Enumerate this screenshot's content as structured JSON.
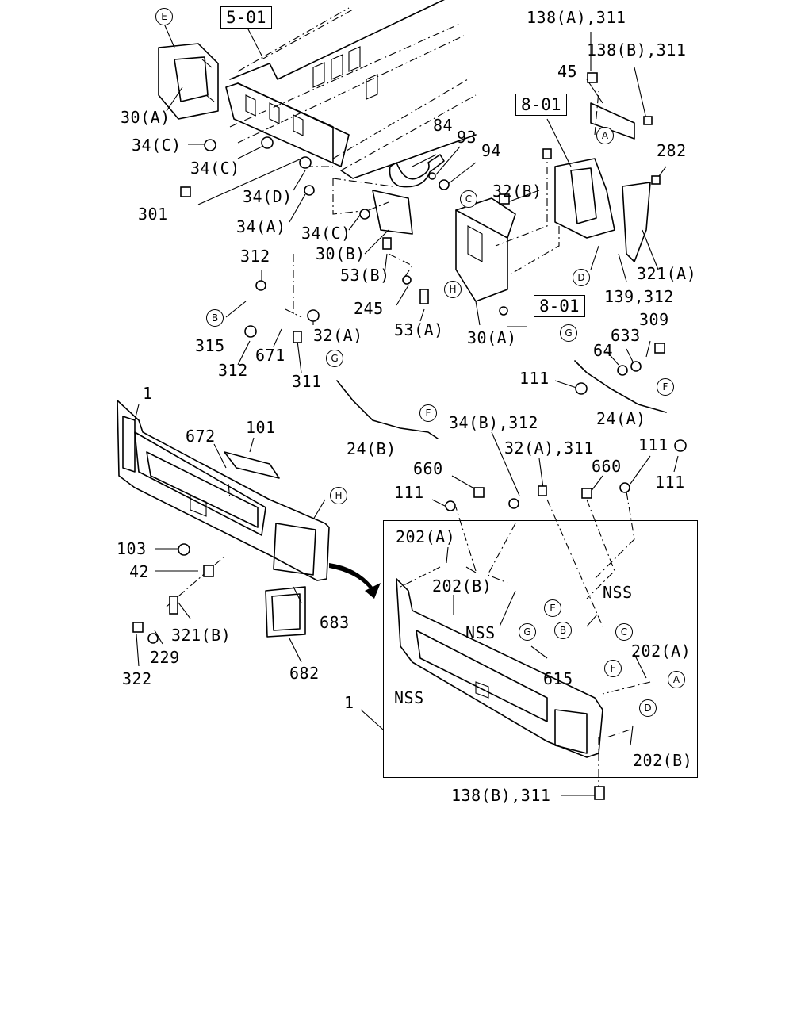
{
  "refs": {
    "ref_5_01": "5-01",
    "ref_8_01_top": "8-01",
    "ref_8_01_bottom": "8-01"
  },
  "markers": {
    "E_top": "E",
    "A_top": "A",
    "C_top": "C",
    "D_top": "D",
    "H_top": "H",
    "B_mid": "B",
    "G_left": "G",
    "F_left": "F",
    "G_right": "G",
    "F_right": "F",
    "H_bumper": "H",
    "E_inset": "E",
    "G_inset": "G",
    "B_inset": "B",
    "C_inset": "C",
    "F_inset": "F",
    "A_inset": "A",
    "D_inset": "D"
  },
  "labels": {
    "p138a_311": "138(A),311",
    "p138b_311_top": "138(B),311",
    "p45": "45",
    "p282": "282",
    "p30a_top": "30(A)",
    "p34c_a": "34(C)",
    "p34c_b": "34(C)",
    "p84": "84",
    "p93": "93",
    "p94": "94",
    "p34d": "34(D)",
    "p301": "301",
    "p34a": "34(A)",
    "p34c_c": "34(C)",
    "p32b": "32(B)",
    "p30b": "30(B)",
    "p53b": "53(B)",
    "p321a": "321(A)",
    "p139_312": "139,312",
    "p312_a": "312",
    "p245": "245",
    "p53a": "53(A)",
    "p30a_bottom": "30(A)",
    "p32a": "32(A)",
    "p315": "315",
    "p312_b": "312",
    "p671": "671",
    "p311": "311",
    "p309": "309",
    "p633": "633",
    "p64": "64",
    "p111_a": "111",
    "p24a": "24(A)",
    "p1_main": "1",
    "p672": "672",
    "p101": "101",
    "p24b": "24(B)",
    "p34b_312": "34(B),312",
    "p32a_311": "32(A),311",
    "p660_a": "660",
    "p660_b": "660",
    "p111_b": "111",
    "p111_c": "111",
    "p111_d": "111",
    "p103": "103",
    "p42": "42",
    "p321b": "321(B)",
    "p683": "683",
    "p229": "229",
    "p322": "322",
    "p682": "682",
    "p202a_top": "202(A)",
    "p202b_top": "202(B)",
    "nss_a": "NSS",
    "nss_b": "NSS",
    "nss_c": "NSS",
    "p615": "615",
    "p202a_right": "202(A)",
    "p202b_right": "202(B)",
    "p1_inset": "1",
    "p138b_311_bottom": "138(B),311"
  }
}
